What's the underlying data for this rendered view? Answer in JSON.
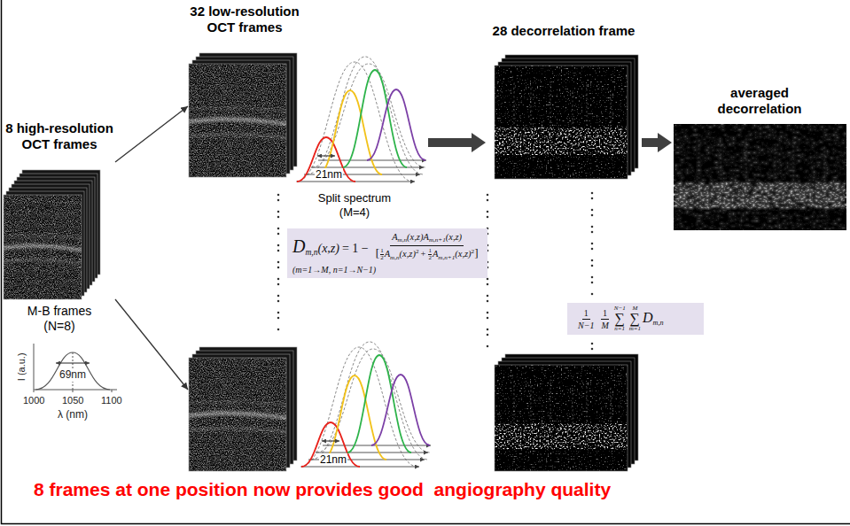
{
  "diagram": {
    "caption": "8 frames at one position now provides good  angiography quality",
    "nodes": [
      {
        "text": [
          "8 high-resolution OCT frames",
          "M-B frames (N=8)"
        ]
      },
      {
        "text": [
          "32 low-resolution OCT frames"
        ]
      },
      {
        "text": [
          "21nm",
          "Split spectrum (M=4)"
        ]
      },
      {
        "text": [
          "21nm"
        ]
      },
      {
        "text": [
          "D",
          "m,n",
          "(x,z)",
          "= 1 −",
          "A",
          "m,n",
          "(x,z)",
          "A",
          "m,n+1",
          "(x,z)",
          "[",
          "1",
          "2",
          "A",
          "m,n",
          "(x,z)",
          "2",
          "+",
          "1",
          "2",
          "A",
          "m,n+1",
          "(x,z)",
          "2",
          "]",
          "(m=1→M, n=1→N−1)"
        ]
      },
      {
        "text": [
          "28 decorrelation frame"
        ]
      },
      {
        "text": [
          "averaged decorrelation"
        ]
      },
      {
        "text": [
          "1",
          "N−1",
          "1",
          "M",
          "N−1",
          "∑",
          "n=1",
          "M",
          "∑",
          "m=1",
          "D",
          "m,n"
        ]
      }
    ],
    "edges": [
      {
        "from": 0,
        "to": 1,
        "arrow": "to"
      },
      {
        "from": 2,
        "to": 5,
        "arrow": "to"
      },
      {
        "from": 5,
        "to": 6,
        "arrow": "to"
      }
    ],
    "labels": [
      "I (a.u.)",
      "69nm",
      "1000",
      "1050",
      "1100",
      "λ (nm)"
    ]
  }
}
